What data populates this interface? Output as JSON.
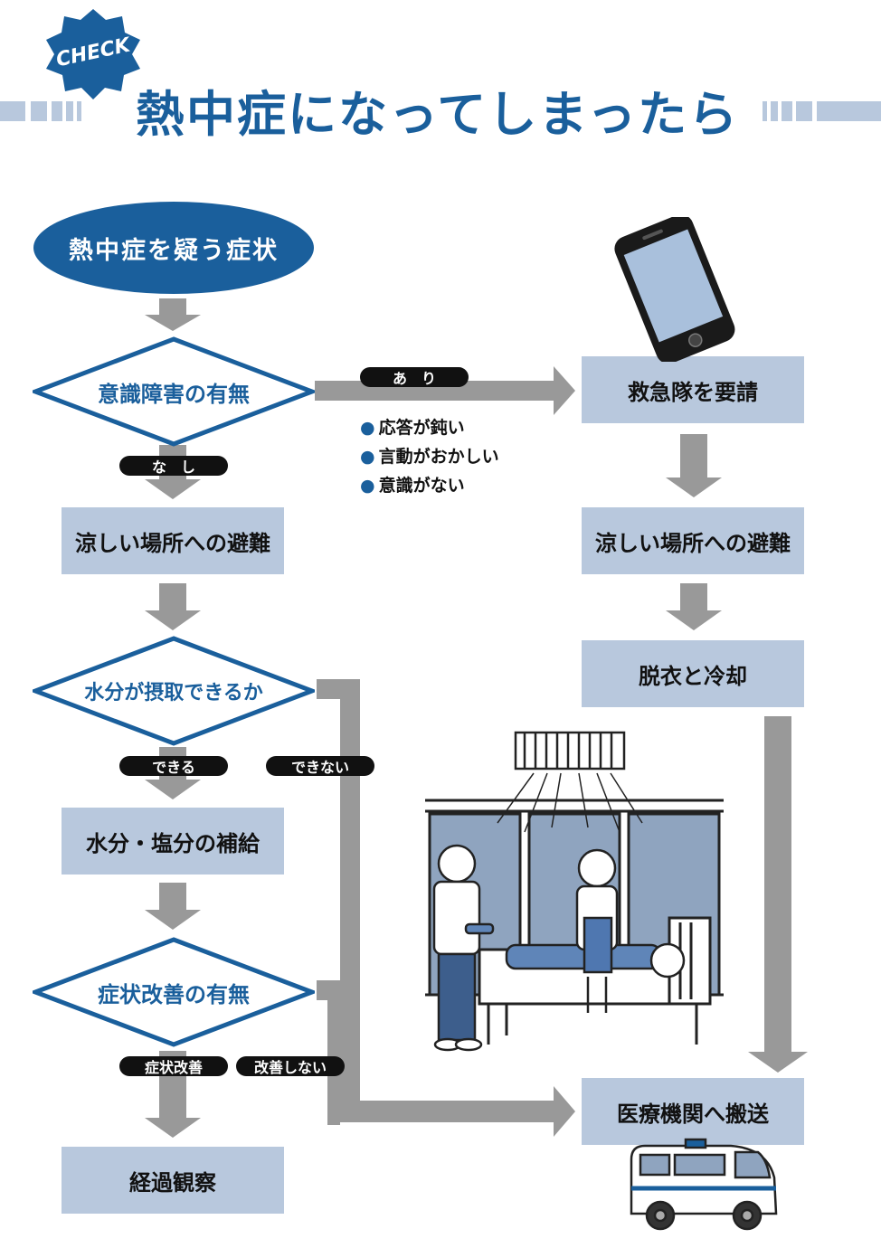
{
  "header": {
    "badge": "CHECK",
    "title": "熱中症になってしまったら"
  },
  "flow": {
    "start": "熱中症を疑う症状",
    "q1": "意識障害の有無",
    "q1_yes": "あ　り",
    "q1_no": "な　し",
    "q1_symptoms": [
      "応答が鈍い",
      "言動がおかしい",
      "意識がない"
    ],
    "left_step1": "涼しい場所への避難",
    "q2": "水分が摂取できるか",
    "q2_yes": "できる",
    "q2_no": "できない",
    "left_step2": "水分・塩分の補給",
    "q3": "症状改善の有無",
    "q3_yes": "症状改善",
    "q3_no": "改善しない",
    "left_step3": "経過観察",
    "right_step1": "救急隊を要請",
    "right_step2": "涼しい場所への避難",
    "right_step3": "脱衣と冷却",
    "right_step4": "医療機関へ搬送"
  },
  "colors": {
    "brand_blue": "#1a5f9c",
    "box_fill": "#b8c8dd",
    "arrow_gray": "#999999",
    "pill_black": "#111111"
  },
  "icons": [
    "smartphone-icon",
    "ambulance-icon",
    "cooling-room-illustration"
  ]
}
